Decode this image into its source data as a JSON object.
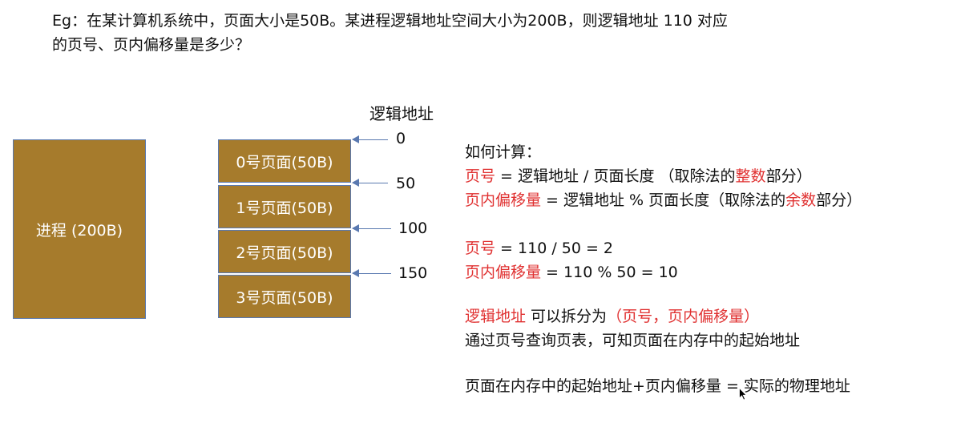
{
  "question": {
    "line1": "Eg：在某计算机系统中，页面大小是50B。某进程逻辑地址空间大小为200B，则逻辑地址 110 对应",
    "line2": "的页号、页内偏移量是多少？"
  },
  "process_box": {
    "label": "进程 (200B)"
  },
  "pages": [
    {
      "label": "0号页面(50B)"
    },
    {
      "label": "1号页面(50B)"
    },
    {
      "label": "2号页面(50B)"
    },
    {
      "label": "3号页面(50B)"
    }
  ],
  "address_axis": {
    "title": "逻辑地址",
    "marks": [
      "0",
      "50",
      "100",
      "150"
    ]
  },
  "calc": {
    "heading": "如何计算：",
    "rule1": {
      "term": "页号",
      "rest_a": " = 逻辑地址 / 页面长度 （取除法的",
      "key": "整数",
      "rest_b": "部分）"
    },
    "rule2": {
      "term": "页内偏移量",
      "rest_a": " = 逻辑地址 % 页面长度（取除法的",
      "key": "余数",
      "rest_b": "部分）"
    },
    "ex1": {
      "term": "页号",
      "rest": " = 110 / 50 = 2"
    },
    "ex2": {
      "term": "页内偏移量",
      "rest": " = 110 % 50 = 10"
    },
    "split": {
      "term": "逻辑地址",
      "mid": " 可以拆分为",
      "paren": "（页号，页内偏移量）"
    },
    "lookup": "通过页号查询页表，可知页面在内存中的起始地址",
    "physical": "页面在内存中的起始地址+页内偏移量 = 实际的物理地址"
  },
  "colors": {
    "box_fill": "#a67b2c",
    "arrow": "#5a79b0",
    "highlight": "#e03131"
  }
}
